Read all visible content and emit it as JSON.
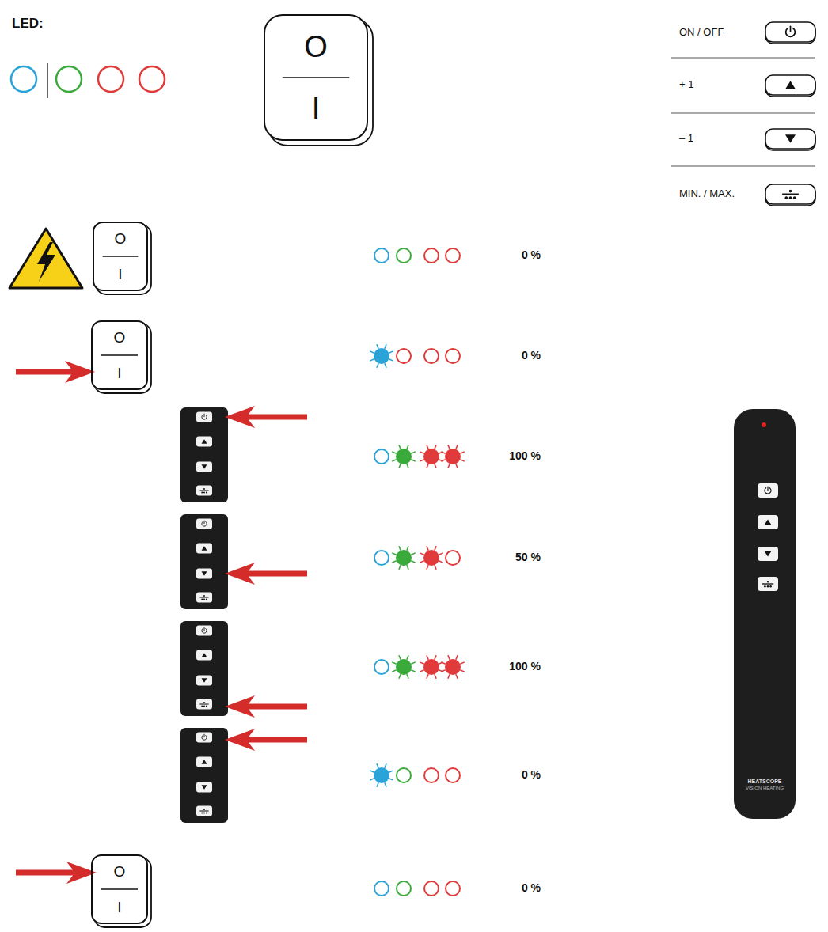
{
  "diagram": {
    "nodes": [
      {
        "text": [
          "O",
          "I"
        ]
      },
      {
        "text": [
          "O",
          "I"
        ]
      },
      {
        "text": [
          "O",
          "I"
        ]
      },
      {
        "text": [
          "O",
          "I"
        ]
      }
    ],
    "labels": [
      "LED:",
      "ON / OFF",
      "+ 1",
      "– 1",
      "MIN. / MAX.",
      "0 %",
      "0 %",
      "100 %",
      "50 %",
      "100 %",
      "0 %",
      "0 %",
      "HEATSCOPE",
      "VISION HEATING"
    ]
  }
}
